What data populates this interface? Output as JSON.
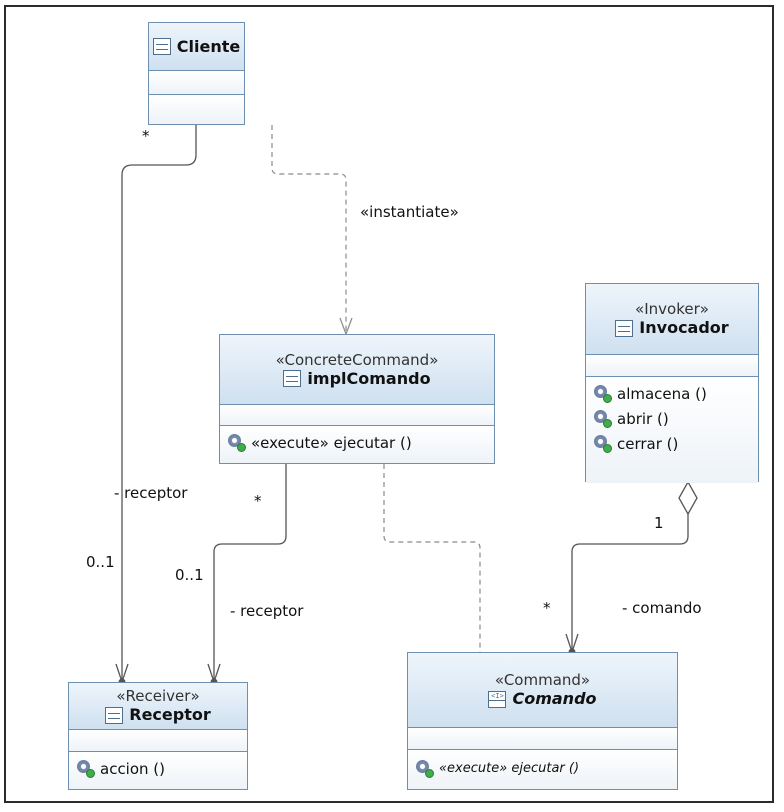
{
  "classes": {
    "cliente": {
      "name": "Cliente"
    },
    "impl": {
      "stereotype": "«ConcreteCommand»",
      "name": "implComando",
      "ops": [
        "«execute» ejecutar ()"
      ]
    },
    "invocador": {
      "stereotype": "«Invoker»",
      "name": "Invocador",
      "ops": [
        "almacena ()",
        "abrir ()",
        "cerrar ()"
      ]
    },
    "receptor": {
      "stereotype": "«Receiver»",
      "name": "Receptor",
      "ops": [
        "accion ()"
      ]
    },
    "comando": {
      "stereotype": "«Command»",
      "name": "Comando",
      "ops": [
        "«execute» ejecutar ()"
      ]
    }
  },
  "edge_labels": {
    "cliente_star": "*",
    "instantiate": "«instantiate»",
    "cliente_receptor_role": "- receptor",
    "cliente_receptor_mult": "0..1",
    "impl_star": "*",
    "impl_receptor_mult": "0..1",
    "impl_receptor_role": "- receptor",
    "invocador_one": "1",
    "comando_star": "*",
    "comando_role": "- comando"
  },
  "icons": [
    "class-icon",
    "interface-icon",
    "operation-gear-icon"
  ],
  "colors": {
    "class_border": "#6d8fb0",
    "class_header": "#cfe0f0",
    "edge": "#555555",
    "dashed_edge": "#8a8a8a"
  }
}
